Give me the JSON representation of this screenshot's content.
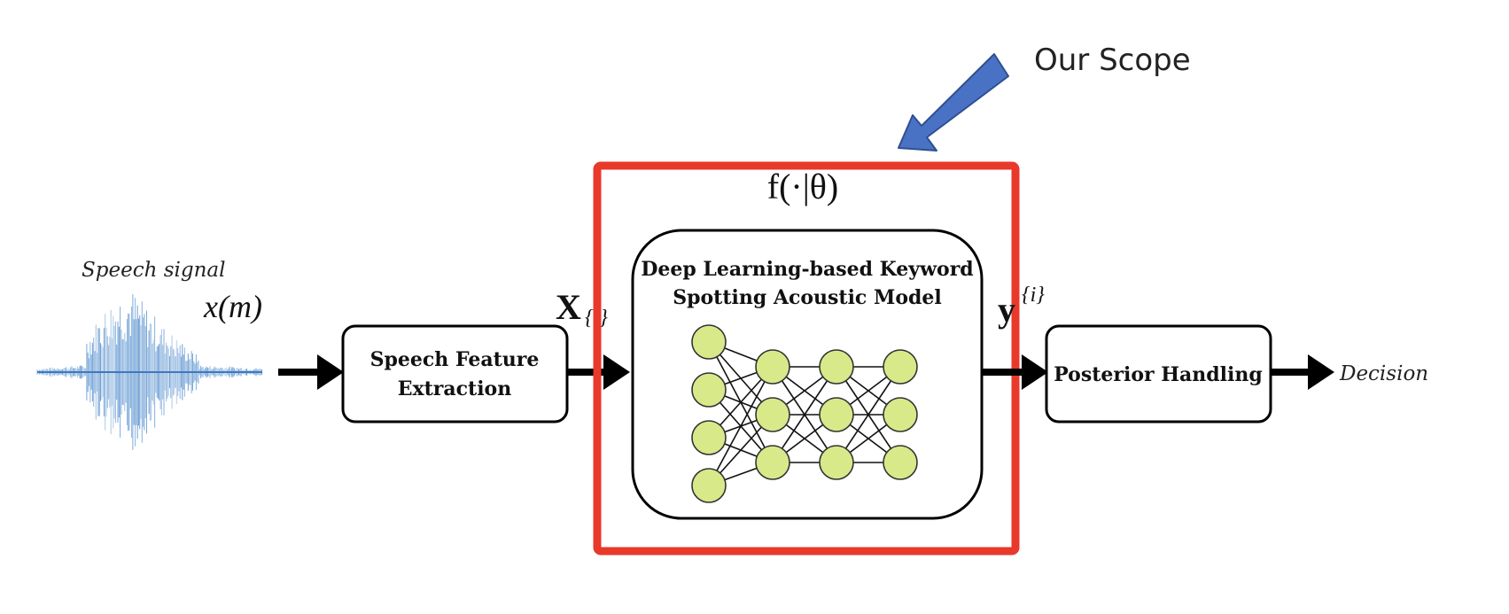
{
  "colors": {
    "highlight_frame": "#e8392b",
    "callout_arrow": "#4a72c4",
    "callout_arrow_outline": "#2f4f8f",
    "neuron_fill": "#d8e98a",
    "waveform": "#5b93cf"
  },
  "icons": [
    "speech-waveform-icon",
    "neural-network-icon",
    "callout-arrow-icon"
  ],
  "labels": {
    "speech_signal": "Speech signal",
    "input_symbol": "x(m)",
    "feature_symbol": "X",
    "feature_superscript": "{i}",
    "model_function": "f(·|θ)",
    "output_symbol": "y",
    "output_superscript": "{i}",
    "decision": "Decision",
    "scope": "Our Scope"
  },
  "blocks": {
    "feature_extraction": [
      "Speech Feature",
      "Extraction"
    ],
    "acoustic_model": [
      "Deep Learning-based Keyword",
      "Spotting Acoustic Model"
    ],
    "posterior_handling": "Posterior Handling"
  },
  "network": {
    "layer_sizes": [
      4,
      3,
      3,
      3
    ]
  }
}
